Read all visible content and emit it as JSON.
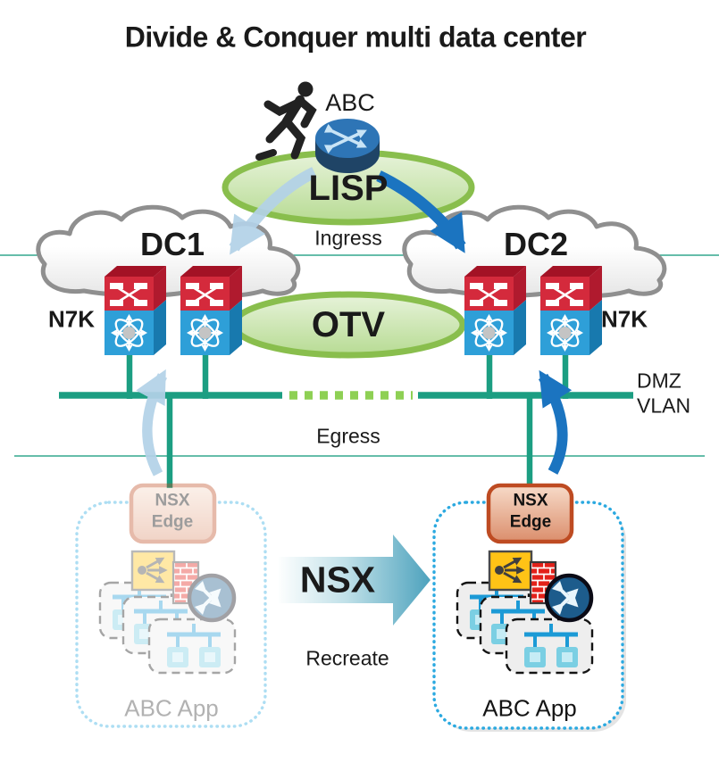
{
  "title": "Divide & Conquer multi data center",
  "top": {
    "runner_label": "ABC",
    "lisp_label": "LISP",
    "ingress_label": "Ingress"
  },
  "datacenters": {
    "dc1": {
      "name": "DC1",
      "switch_label": "N7K"
    },
    "dc2": {
      "name": "DC2",
      "switch_label": "N7K"
    }
  },
  "overlay_label": "OTV",
  "dmz": {
    "line1": "DMZ",
    "line2": "VLAN",
    "egress_label": "Egress"
  },
  "sites": {
    "left": {
      "edge_line1": "NSX",
      "edge_line2": "Edge",
      "app_label": "ABC App",
      "state": "faded"
    },
    "right": {
      "edge_line1": "NSX",
      "edge_line2": "Edge",
      "app_label": "ABC App",
      "state": "active"
    }
  },
  "migration": {
    "arrow_label": "NSX",
    "caption": "Recreate"
  },
  "icons": {
    "runner": "running-person",
    "router": "cisco-router-cylinder",
    "switch": "nexus-7k-switch",
    "load_balancer": "yellow-arrows-box",
    "firewall": "red-brick-wall",
    "routing_circle": "dark-blue-x-arrows-circle",
    "vm_network": "dashed-box-network-tree"
  },
  "colors": {
    "teal_line": "#1C9E82",
    "dash_green": "#8ED054",
    "ellipse_border": "#89BE4D",
    "ellipse_fill": "#CBE5AE",
    "arrow_dark_blue": "#1B74C0",
    "arrow_light_blue": "#B3D2E8",
    "switch_red": "#D42A3C",
    "switch_blue": "#2E9FD8",
    "edge_border": "#BE4B22",
    "dotted_blue": "#2BA9E0",
    "cloud_outline": "#8F8F8F"
  }
}
